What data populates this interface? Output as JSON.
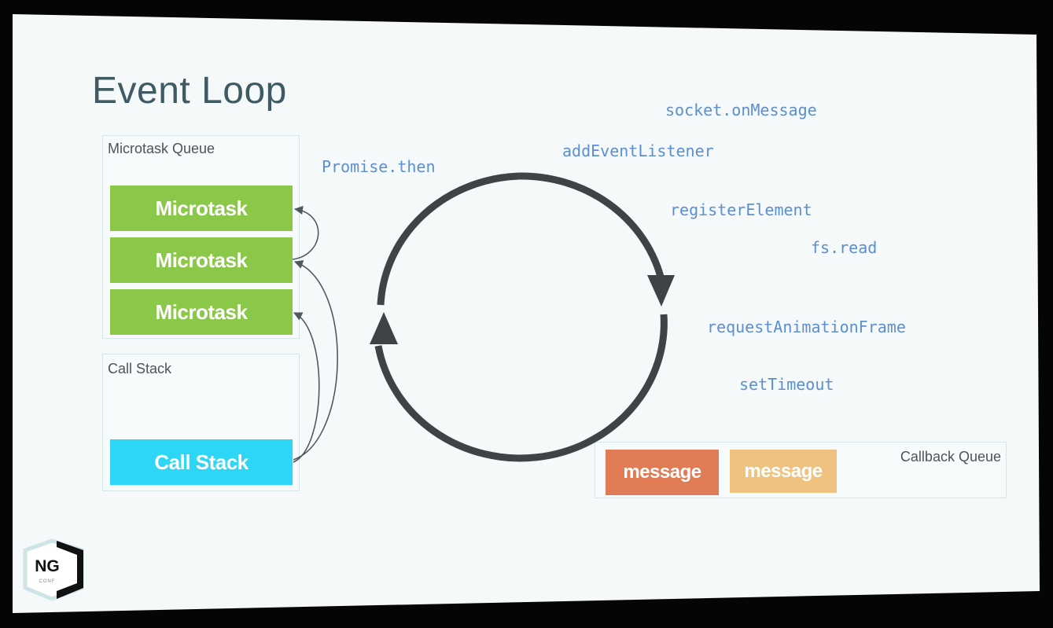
{
  "title": "Event Loop",
  "microtask_queue": {
    "label": "Microtask Queue",
    "items": [
      "Microtask",
      "Microtask",
      "Microtask"
    ]
  },
  "call_stack": {
    "label": "Call Stack",
    "block": "Call Stack"
  },
  "callback_queue": {
    "label": "Callback Queue",
    "messages": [
      "message",
      "message"
    ]
  },
  "labels": {
    "promise_then": "Promise.then",
    "socket_onmessage": "socket.onMessage",
    "add_event_listener": "addEventListener",
    "register_element": "registerElement",
    "fs_read": "fs.read",
    "request_animation_frame": "requestAnimationFrame",
    "set_timeout": "setTimeout"
  },
  "logo": {
    "text": "NG",
    "subtext": "CONF"
  },
  "colors": {
    "title": "#3f5a63",
    "microtask": "#8bc84a",
    "call_stack": "#2ed6f5",
    "message_primary": "#e07b56",
    "message_secondary": "#f0c27f",
    "code_label": "#5b8fd0",
    "loop": "#3e4446"
  }
}
